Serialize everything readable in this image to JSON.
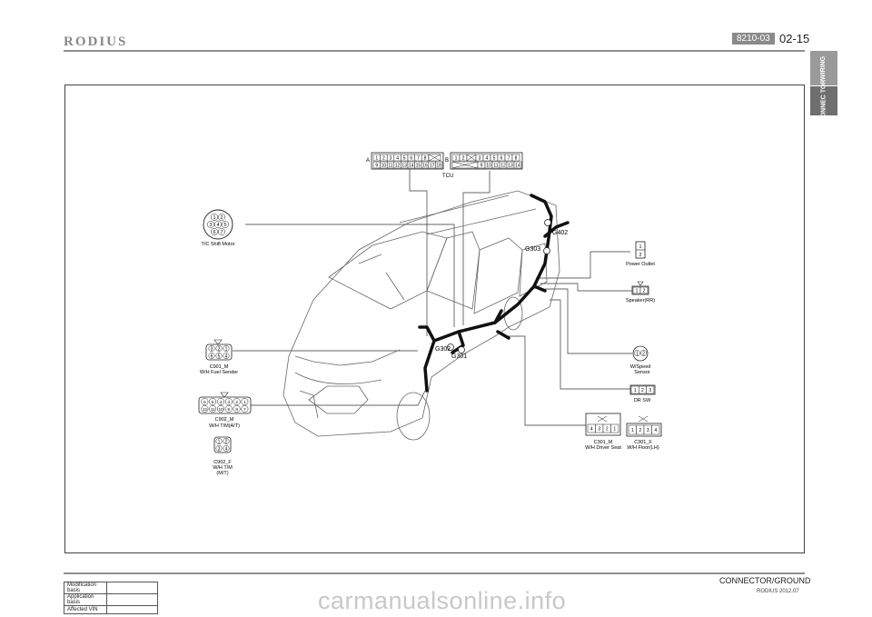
{
  "header": {
    "brand": "RODIUS",
    "page_code": "8210-03",
    "page_number": "02-15"
  },
  "side_tabs": [
    {
      "label": "WIRING",
      "color": "#9a9a9a"
    },
    {
      "label": "CONNEC TOR",
      "color": "#6f6f6f"
    }
  ],
  "diagram": {
    "tcu": {
      "label": "TCU",
      "connector_a": "A",
      "connector_b": "B",
      "a_top": [
        "1",
        "2",
        "3",
        "4",
        "5",
        "6",
        "7",
        "8"
      ],
      "a_bottom": [
        "9",
        "10",
        "11",
        "12",
        "13",
        "14",
        "15",
        "16",
        "17",
        "18"
      ],
      "b_top": [
        "1",
        "2",
        "3",
        "4",
        "5",
        "6",
        "7",
        "8"
      ],
      "b_bottom": [
        "9",
        "10",
        "11",
        "12",
        "13",
        "14"
      ]
    },
    "grounds": {
      "g402": "G402",
      "g303": "G303",
      "g302": "G302",
      "g301": "G301"
    },
    "connectors": {
      "tc_motor": {
        "label": "T/C  Shift Motor",
        "pins": [
          "1",
          "2",
          "3",
          "4",
          "5",
          "6",
          "7"
        ]
      },
      "c901": {
        "label1": "C901_M",
        "label2": "W/H Fuel Sender",
        "pins": [
          "3",
          "2",
          "1",
          "6",
          "5",
          "4"
        ]
      },
      "c902m": {
        "label1": "C902_M",
        "label2": "W/H T/M(A/T)",
        "pins": [
          "6",
          "5",
          "4",
          "3",
          "2",
          "1",
          "12",
          "11",
          "10",
          "9",
          "8",
          "7"
        ]
      },
      "c902f": {
        "label1": "C902_F",
        "label2": "W/H T/M",
        "label3": "(M/T)",
        "pins": [
          "1",
          "2",
          "3",
          "4"
        ]
      },
      "power_outlet": {
        "label": "Power Outlet",
        "pins": [
          "1",
          "2"
        ]
      },
      "speaker": {
        "label": "Speaker(RR)",
        "pins": [
          "1",
          "2"
        ]
      },
      "wspeed": {
        "label1": "W/Speed",
        "label2": "Sensor",
        "pins": [
          "1",
          "2"
        ]
      },
      "dr_sw": {
        "label": "DR SW",
        "pins": [
          "1",
          "2",
          "3"
        ]
      },
      "c301m": {
        "label1": "C301_M",
        "label2": "W/H Driver Seat",
        "pins": [
          "4",
          "3",
          "2",
          "1"
        ]
      },
      "c301f": {
        "label1": "C301_F",
        "label2": "W/H Floor(LH)",
        "pins": [
          "1",
          "2",
          "3",
          "4"
        ]
      }
    }
  },
  "footer": {
    "rows": [
      "Modification basis",
      "Application basis",
      "Affected VIN"
    ],
    "title": "CONNECTOR/GROUND",
    "subtitle": "RODIUS 2012.07",
    "watermark": "carmanualsonline.info"
  }
}
